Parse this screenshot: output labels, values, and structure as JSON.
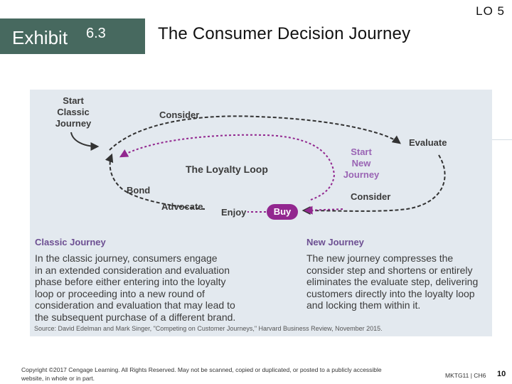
{
  "header": {
    "lo_label": "LO 5",
    "exhibit_word": "Exhibit",
    "exhibit_number": "6.3",
    "title": "The Consumer Decision Journey",
    "exhibit_bg_color": "#47695f"
  },
  "diagram": {
    "start_classic": [
      "Start",
      "Classic",
      "Journey"
    ],
    "consider_classic": "Consider",
    "evaluate": "Evaluate",
    "start_new": [
      "Start",
      "New",
      "Journey"
    ],
    "loyalty_loop": "The Loyalty Loop",
    "bond": "Bond",
    "consider_new": "Consider",
    "advocate": "Advocate",
    "enjoy": "Enjoy",
    "buy": "Buy",
    "colors": {
      "classic_path": "#333333",
      "new_path": "#92278f",
      "buy_bubble": "#92278f",
      "panel_bg": "#e3e9ef",
      "heading": "#6d4f92"
    }
  },
  "classic": {
    "heading": "Classic Journey",
    "lines": [
      "In the classic journey, consumers engage",
      "in an extended consideration and evaluation",
      "phase before either entering into the loyalty",
      "loop or proceeding into a new round of",
      "consideration and evaluation that may lead to",
      "the subsequent purchase of a different brand."
    ]
  },
  "newj": {
    "heading": "New Journey",
    "lines": [
      "The new journey compresses the",
      "consider step and shortens or entirely",
      "eliminates the evaluate step, delivering",
      "customers directly into the loyalty loop",
      "and locking them within it."
    ]
  },
  "source": "Source: David Edelman and Mark Singer, \"Competing on Customer Journeys,\" Harvard Business Review, November 2015.",
  "footer": {
    "copyright": "Copyright ©2017 Cengage Learning. All Rights Reserved. May not be scanned, copied or duplicated, or posted to a publicly accessible website, in whole or in part.",
    "course": "MKTG11 | CH6",
    "page": "10"
  }
}
